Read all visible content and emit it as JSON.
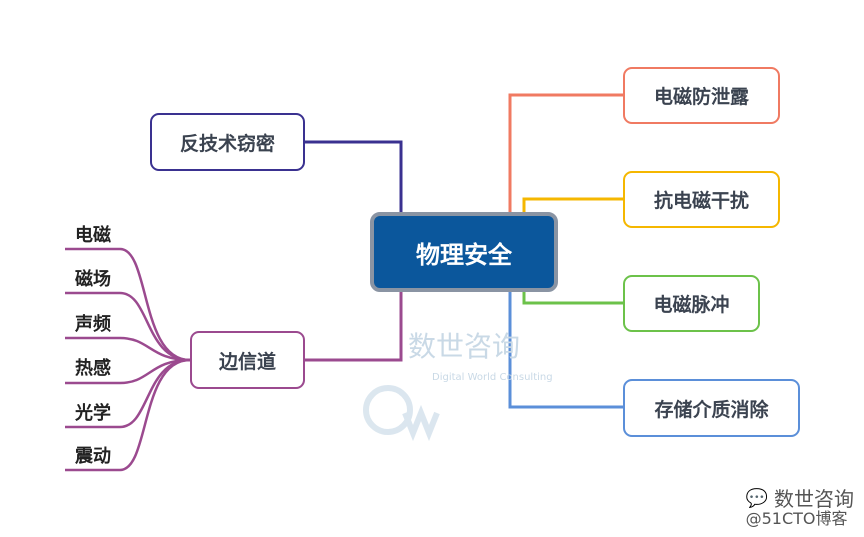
{
  "center": {
    "label": "物理安全",
    "color": "#0b579c"
  },
  "left_branches": [
    {
      "label": "反技术窃密",
      "color": "#3a3190",
      "children": []
    },
    {
      "label": "边信道",
      "color": "#9b4a8f",
      "children": [
        "电磁",
        "磁场",
        "声频",
        "热感",
        "光学",
        "震动"
      ]
    }
  ],
  "right_branches": [
    {
      "label": "电磁防泄露",
      "color": "#f07a62"
    },
    {
      "label": "抗电磁干扰",
      "color": "#f5b700"
    },
    {
      "label": "电磁脉冲",
      "color": "#6cc24a"
    },
    {
      "label": "存储介质消除",
      "color": "#5b8fd9"
    }
  ],
  "watermark": {
    "cn": "数世咨询",
    "en": "Digital World Consulting"
  },
  "footer": {
    "brand": "数世咨询",
    "source": "@51CTO博客",
    "icon": "wechat-icon"
  }
}
